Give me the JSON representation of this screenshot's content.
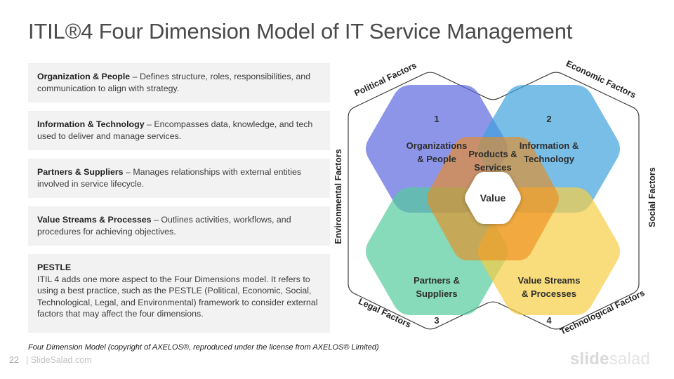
{
  "slide": {
    "title": "ITIL®4 Four Dimension Model of IT Service Management",
    "footnote": "Four Dimension Model (copyright of AXELOS®, reproduced under the license from AXELOS® Limited)",
    "page_number": "22",
    "site": "| SlideSalad.com",
    "logo": {
      "part1": "slide",
      "part2": "salad"
    }
  },
  "blocks": [
    {
      "term": "Organization & People",
      "desc": " – Defines structure, roles, responsibilities, and communication to align with strategy."
    },
    {
      "term": "Information & Technology",
      "desc": " – Encompasses data, knowledge, and tech used to deliver and manage services."
    },
    {
      "term": "Partners & Suppliers",
      "desc": " – Manages relationships with external entities involved in service lifecycle."
    },
    {
      "term": "Value Streams & Processes",
      "desc": " – Outlines activities, workflows, and procedures for achieving objectives."
    },
    {
      "term": "PESTLE",
      "desc": "ITIL 4 adds one more aspect to the Four Dimensions model.  It refers to using a best practice, such as the PESTLE (Political, Economic, Social, Technological, Legal, and Environmental) framework to consider external factors that may affect the four dimensions."
    }
  ],
  "diagram": {
    "quadrants": [
      {
        "number": "1",
        "name": "Organizations\n& People"
      },
      {
        "number": "2",
        "name": "Information &\nTechnology"
      },
      {
        "number": "3",
        "name": "Partners &\nSuppliers"
      },
      {
        "number": "4",
        "name": "Value Streams\n& Processes"
      }
    ],
    "center": {
      "products_services": "Products &\nServices",
      "value": "Value"
    },
    "factors": {
      "political": "Political Factors",
      "economic": "Economic Factors",
      "environmental": "Environmental Factors",
      "social": "Social Factors",
      "legal": "Legal Factors",
      "technological": "Technological Factors"
    },
    "colors": {
      "organizations_people": "#5c68e0",
      "information_technology": "#3fa3dd",
      "partners_suppliers": "#54cb9c",
      "value_streams_processes": "#f6cd45",
      "products_services": "#ed8a1c",
      "value_bg": "#ffffff",
      "outline": "#404040"
    }
  }
}
